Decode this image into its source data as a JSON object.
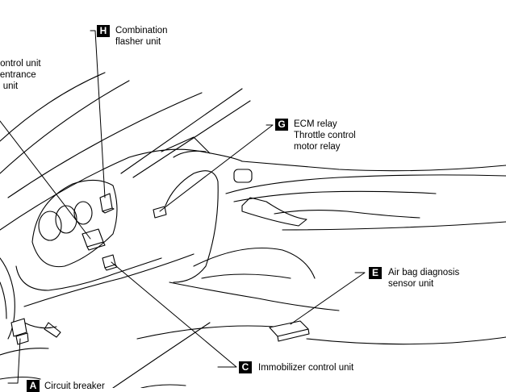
{
  "labels": {
    "H": {
      "letter": "H",
      "lines": [
        "Combination",
        "flasher unit"
      ]
    },
    "B": {
      "lines": [
        "Time control unit",
        "Smart entrance",
        "control unit"
      ]
    },
    "G": {
      "letter": "G",
      "lines": [
        "ECM relay",
        "Throttle control",
        "motor relay"
      ]
    },
    "E": {
      "letter": "E",
      "lines": [
        "Air bag diagnosis",
        "sensor unit"
      ]
    },
    "C": {
      "letter": "C",
      "lines": [
        "Immobilizer control unit"
      ]
    },
    "A": {
      "letter": "A",
      "lines": [
        "Circuit breaker"
      ]
    }
  },
  "colors": {
    "line": "#000000",
    "badge_bg": "#000000",
    "badge_text": "#ffffff",
    "background": "#ffffff"
  }
}
